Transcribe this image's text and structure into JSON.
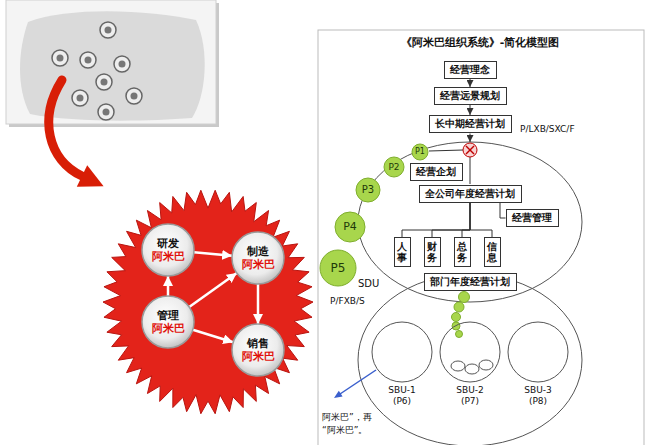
{
  "diagram": {
    "title": "《阿米巴组织系统》-简化模型图",
    "nodes": [
      {
        "text": [
          "研发",
          "阿米巴"
        ]
      },
      {
        "text": [
          "制造",
          "阿米巴"
        ]
      },
      {
        "text": [
          "管理",
          "阿米巴"
        ]
      },
      {
        "text": [
          "销售",
          "阿米巴"
        ]
      },
      {
        "text": [
          "经营理念"
        ]
      },
      {
        "text": [
          "经营远景规划"
        ]
      },
      {
        "text": [
          "长中期经营计划"
        ]
      },
      {
        "text": [
          "P1"
        ]
      },
      {
        "text": [
          "P2"
        ]
      },
      {
        "text": [
          "经营企划"
        ]
      },
      {
        "text": [
          "P3"
        ]
      },
      {
        "text": [
          "全公司年度经营计划"
        ]
      },
      {
        "text": [
          "经营管理"
        ]
      },
      {
        "text": [
          "P4"
        ]
      },
      {
        "text": [
          "人事"
        ]
      },
      {
        "text": [
          "财务"
        ]
      },
      {
        "text": [
          "总务"
        ]
      },
      {
        "text": [
          "信息"
        ]
      },
      {
        "text": [
          "P5"
        ]
      },
      {
        "text": [
          "部门年度经营计划"
        ]
      },
      {
        "text": [
          "SBU-1",
          "(P6)"
        ]
      },
      {
        "text": [
          "SBU-2",
          "(P7)"
        ]
      },
      {
        "text": [
          "SBU-3",
          "(P8)"
        ]
      }
    ],
    "edges": [
      {
        "from": 0,
        "to": 1,
        "arrow": "to"
      },
      {
        "from": 2,
        "to": 0,
        "arrow": "to"
      },
      {
        "from": 2,
        "to": 1,
        "arrow": "to"
      },
      {
        "from": 2,
        "to": 3,
        "arrow": "to"
      },
      {
        "from": 1,
        "to": 3,
        "arrow": "to"
      },
      {
        "from": 4,
        "to": 5,
        "arrow": "to"
      },
      {
        "from": 5,
        "to": 6,
        "arrow": "to"
      },
      {
        "from": 11,
        "to": 12,
        "arrow": "none"
      },
      {
        "from": 11,
        "to": 14,
        "arrow": "none"
      },
      {
        "from": 11,
        "to": 15,
        "arrow": "none"
      },
      {
        "from": 11,
        "to": 16,
        "arrow": "none"
      },
      {
        "from": 11,
        "to": 17,
        "arrow": "none"
      }
    ],
    "labels": [
      "P/LXB/SXC/F",
      "SDU",
      "P/FXB/S",
      "阿米巴”，再",
      "“阿米巴”。"
    ]
  }
}
